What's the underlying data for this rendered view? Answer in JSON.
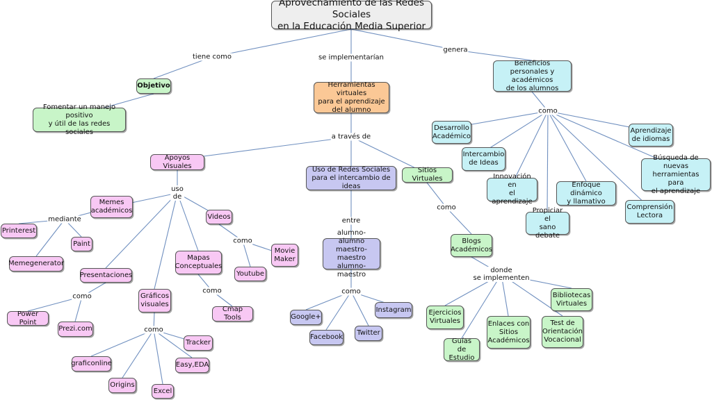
{
  "map": {
    "title": "Aprovechamiento de las Redes Sociales\nen la Educación Media Superior",
    "links": {
      "tiene_como": "tiene como",
      "se_implementarian": "se implementarían",
      "genera": "genera",
      "a_traves_de": "a través de",
      "uso_de": "uso\nde",
      "mediante": "mediante",
      "como_videos": "como",
      "como_presentaciones": "como",
      "como_mapas": "como",
      "como_graficos": "como",
      "entre": "entre",
      "como_alumnos": "como",
      "como_sitios": "como",
      "donde": "donde\nse implementen",
      "como_beneficios": "como"
    },
    "nodes": {
      "objetivo": "Objetivo",
      "fomentar": "Fomentar un manejo positivo\ny útil de las redes sociales",
      "herramientas": "Herramientas virtuales\npara el aprendizaje\ndel alumno",
      "beneficios": "Beneficios personales y\nacadémicos\nde los alumnos",
      "apoyos": "Apoyos Visuales",
      "uso_redes": "Uso de Redes Sociales\npara el intercambio de ideas",
      "sitios": "Sitios Virtuales",
      "memes": "Memes\nacadémicos",
      "printerest": "Printerest",
      "paint": "Paint",
      "memegenerator": "Memegenerator",
      "videos": "Videos",
      "movie_maker": "Movie\nMaker",
      "youtube": "Youtube",
      "mapas": "Mapas\nConceptuales",
      "cmap": "Cmap Tools",
      "presentaciones": "Presentaciones",
      "power_point": "Power Point",
      "prezi": "Prezi.com",
      "graficos": "Gráficos\nvisuales",
      "tracker": "Tracker",
      "graficonline": "graficonline",
      "easy_eda": "Easy,EDA",
      "origins": "Origins",
      "excel": "Excel",
      "alumnos": "alumno-alumno\nmaestro-maestro\nalumno-maestro",
      "google": "Google+",
      "instagram": "Instagram",
      "facebook": "Facebook",
      "twitter": "Twitter",
      "blogs": "Blogs\nAcadémicos",
      "ejercicios": "Ejercicios\nVirtuales",
      "guias": "Guías de\nEstudio",
      "enlaces": "Enlaces con\nSitios\nAcadémicos",
      "test": "Test de\nOrientación\nVocacional",
      "bibliotecas": "Bibliotecas\nVirtuales",
      "desarrollo": "Desarrollo\nAcadémico",
      "intercambio": "Intercambio\nde Ideas",
      "innovacion": "Innovación en\nel aprendizaje",
      "propiciar": "Propiciar el\nsano debate",
      "enfoque": "Enfoque dinámico\ny llamativo",
      "aprendizaje_idiomas": "Aprendizaje\nde idiomas",
      "busqueda": "Búsqueda de nuevas\nherramientas para\nel aprendizaje",
      "comprension": "Comprensión\nLectora"
    }
  },
  "colors": {
    "link_line": "#6f8fbf",
    "root_fill": "#eeeeee",
    "green_fill": "#c8f5c8",
    "orange_fill": "#fbc896",
    "cyan_fill": "#c6f1f6",
    "pink_fill": "#f8c8f4",
    "lavender_fill": "#c7c7f1"
  }
}
